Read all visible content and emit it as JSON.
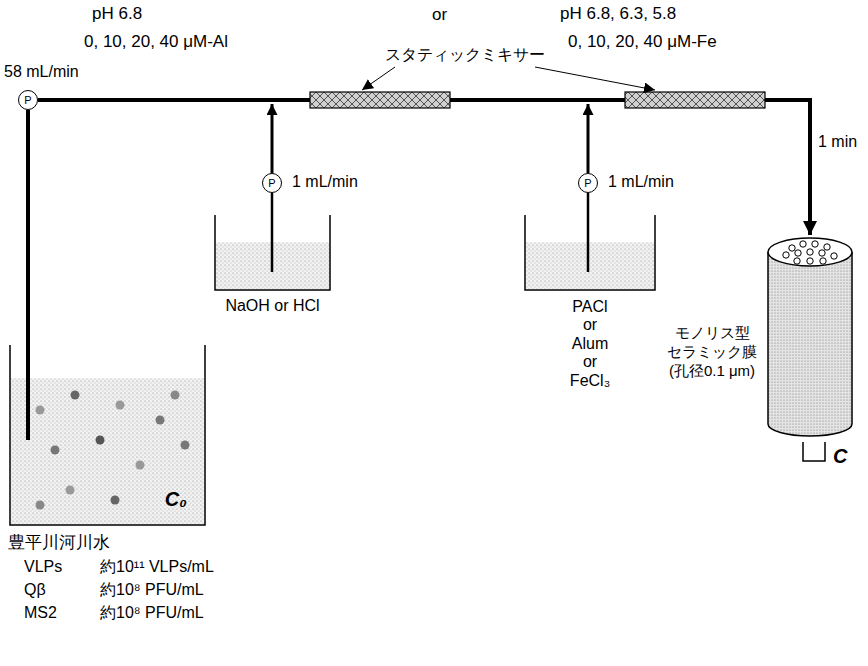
{
  "diagram": {
    "nodes": [
      {
        "text": [
          "C₀"
        ]
      },
      {
        "text": [
          "P"
        ]
      },
      {
        "text": [
          "P"
        ]
      },
      {
        "text": [
          "NaOH or HCl"
        ]
      },
      {
        "text": [
          "P"
        ]
      },
      {
        "text": [
          "PACl or Alum or FeCl₃"
        ]
      },
      {
        "text": [
          "モノリス型 セラミック膜 (孔径0.1 μm)"
        ]
      },
      {
        "text": [
          "C"
        ]
      }
    ],
    "edges": [
      {
        "from": 0,
        "to": 1,
        "arrow": "none"
      },
      {
        "from": 1,
        "to": 6,
        "arrow": "to"
      },
      {
        "from": 3,
        "to": 2,
        "arrow": "none"
      },
      {
        "from": 5,
        "to": 4,
        "arrow": "none"
      }
    ],
    "labels": [
      "pH 6.8",
      "0, 10, 20, 40 μM-Al",
      "or",
      "pH 6.8, 6.3, 5.8",
      "0, 10, 20, 40 μM-Fe",
      "58 mL/min",
      "スタティックミキサー",
      "1 mL/min",
      "1 mL/min",
      "1 min",
      "豊平川河川水",
      "VLPs",
      "約10¹¹ VLPs/mL",
      "Qβ",
      "約10⁸ PFU/mL",
      "MS2",
      "約10⁸ PFU/mL"
    ]
  }
}
